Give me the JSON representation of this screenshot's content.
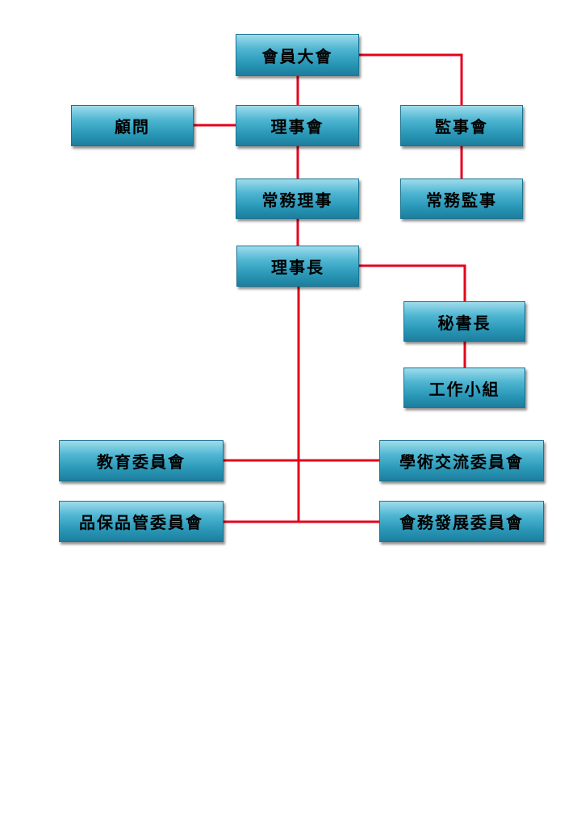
{
  "chart": {
    "nodes": {
      "general_assembly": "會員大會",
      "advisor": "顧問",
      "board_of_directors": "理事會",
      "board_of_supervisors": "監事會",
      "standing_directors": "常務理事",
      "standing_supervisors": "常務監事",
      "chairman": "理事長",
      "secretary_general": "秘書長",
      "working_group": "工作小組",
      "education_committee": "教育委員會",
      "academic_exchange_committee": "學術交流委員會",
      "quality_committee": "品保品管委員會",
      "development_committee": "會務發展委員會"
    },
    "colors": {
      "box_fill": "#2a98b8",
      "box_highlight": "#9fdcec",
      "connector": "#e4001b",
      "text": "#000000"
    }
  }
}
